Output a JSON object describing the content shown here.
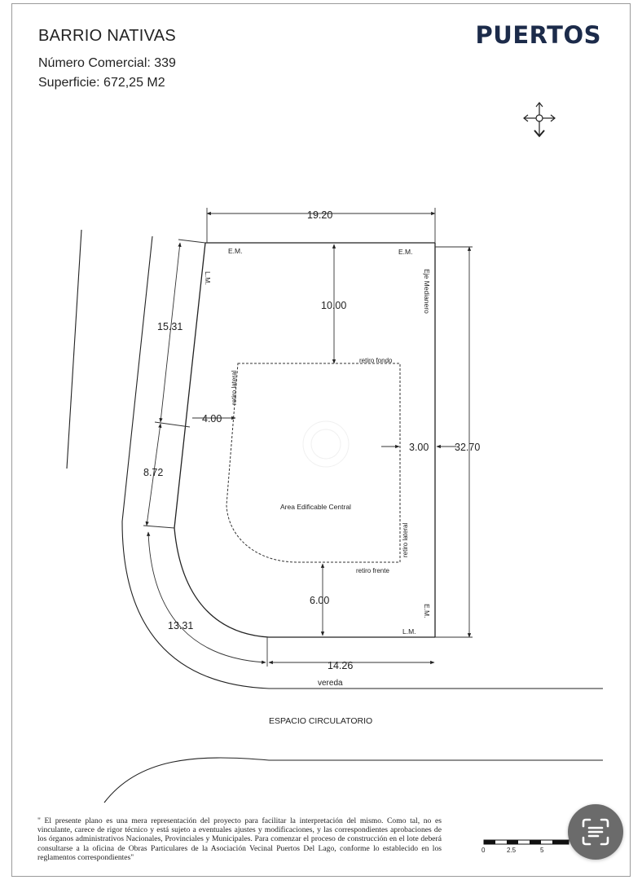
{
  "header": {
    "title": "BARRIO NATIVAS",
    "numero_comercial": "Número Comercial: 339",
    "superficie": "Superficie: 672,25 M2"
  },
  "brand": {
    "logo_text": "PUERTOS",
    "color": "#1c2b4a"
  },
  "compass": {
    "icon": "north-arrow-icon"
  },
  "plan": {
    "dimensions": {
      "top_width": "19.20",
      "right_depth": "32.70",
      "left_upper": "15.31",
      "left_lower": "8.72",
      "curve": "13.31",
      "front": "14.26",
      "setback_back": "10.00",
      "setback_side_left": "4.00",
      "setback_side_right": "3.00",
      "setback_front": "6.00"
    },
    "labels": {
      "em_top_left": "E.M.",
      "em_top_right": "E.M.",
      "lm_left": "L.M.",
      "eje_medianero": "Eje Medianero",
      "em_right_bottom": "E.M.",
      "lm_bottom": "L.M.",
      "retiro_fondo": "retiro fondo",
      "retiro_lateral_left": "retiro lateral",
      "retiro_lateral_right": "retiro lateral",
      "retiro_frente": "retiro frente",
      "area": "Area Edificable Central",
      "vereda": "vereda",
      "espacio": "ESPACIO CIRCULATORIO"
    }
  },
  "scale_bar": {
    "ticks": [
      "0",
      "2.5",
      "5"
    ]
  },
  "disclaimer": "\" El presente plano es una mera representación del proyecto para facilitar la interpretación del mismo. Como tal, no es vinculante, carece de rigor técnico y está sujeto a eventuales ajustes y modificaciones, y las correspondientes aprobaciones de los órganos administrativos Nacionales, Provinciales y Municipales. Para comenzar el proceso de construcción en el lote deberá consultarse a la oficina de Obras Particulares de la Asociación Vecinal Puertos Del Lago, conforme lo establecido en los reglamentos correspondientes\"",
  "fab": {
    "icon": "document-scan-icon"
  }
}
